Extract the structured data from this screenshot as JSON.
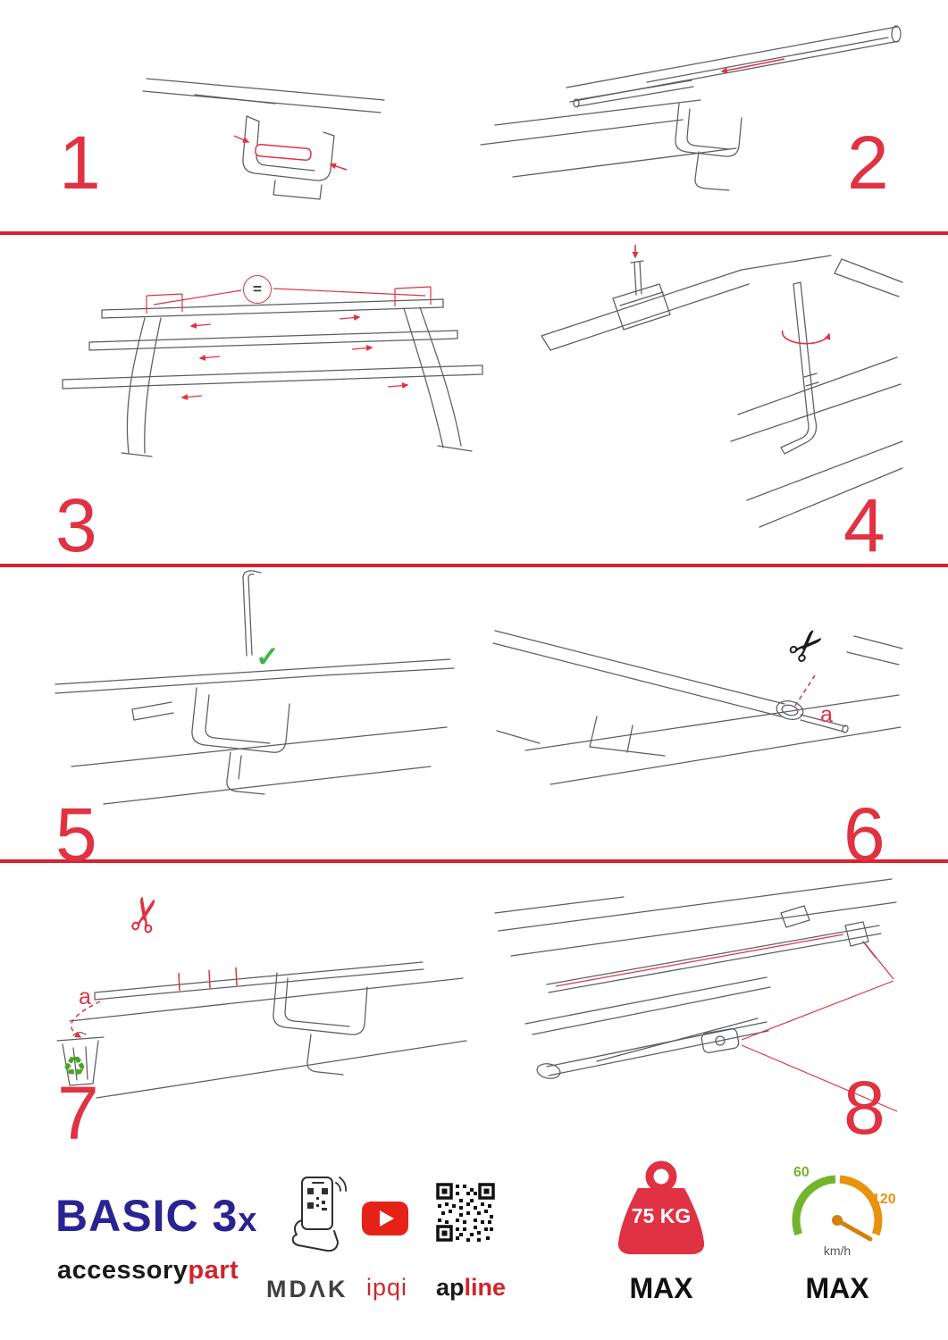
{
  "steps": [
    {
      "number": "1"
    },
    {
      "number": "2"
    },
    {
      "number": "3"
    },
    {
      "number": "4"
    },
    {
      "number": "5"
    },
    {
      "number": "6"
    },
    {
      "number": "7"
    },
    {
      "number": "8"
    }
  ],
  "annotations": {
    "equals_symbol": "=",
    "check_icon": "✓",
    "scissors_icon": "✂",
    "recycle_icon": "♻",
    "label_a_step6": "a",
    "label_a_step7": "a"
  },
  "footer": {
    "product_name": "BASIC 3",
    "product_suffix": "x",
    "brand_part1": "accessory",
    "brand_part2": "part",
    "partner_mdak": "MDΛK",
    "partner_ipqi": "ipqi",
    "partner_apline_part1": "ap",
    "partner_apline_part2": "line",
    "weight_limit": "75 KG",
    "weight_max_label": "MAX",
    "speed_tick_low": "60",
    "speed_tick_high": "120",
    "speed_unit": "km/h",
    "speed_max_label": "MAX"
  },
  "colors": {
    "accent_red": "#e03242",
    "divider_red": "#d9222f",
    "brand_navy": "#2b2393",
    "check_green": "#3db54a",
    "gauge_green": "#72b52b",
    "gauge_orange": "#e8920e",
    "youtube_red": "#e62117"
  }
}
